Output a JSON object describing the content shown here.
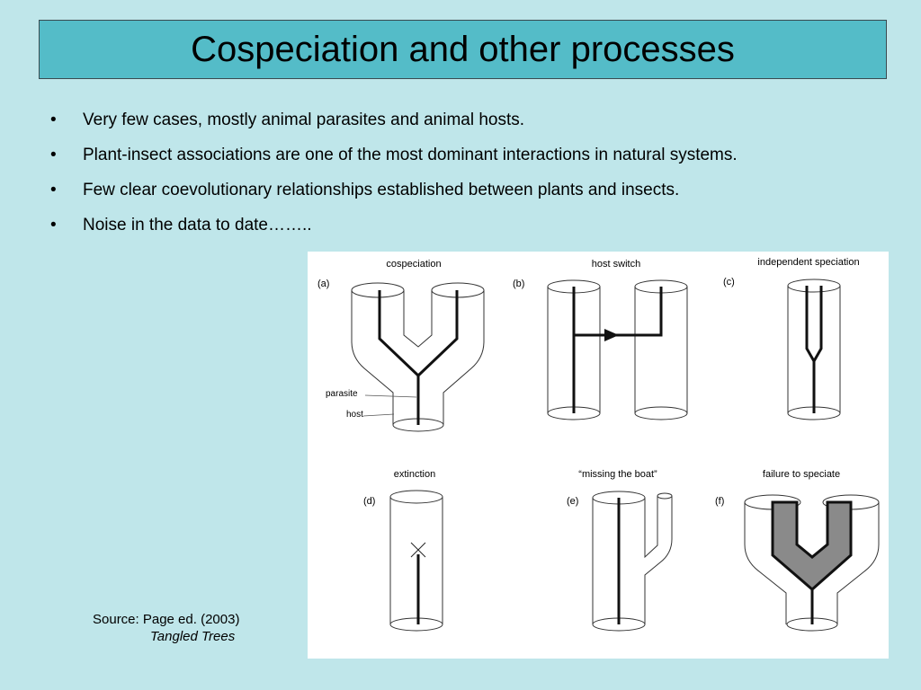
{
  "title": "Cospeciation and other processes",
  "bullets": [
    {
      "marker": "•",
      "text": "Very few cases, mostly animal parasites and animal hosts."
    },
    {
      "marker": "•",
      "text": "Plant-insect associations are one of the most dominant interactions in natural systems."
    },
    {
      "marker": "•",
      "text": "Few clear coevolutionary relationships established between plants and insects."
    },
    {
      "marker": "•",
      "text": "Noise in the data to date…….."
    }
  ],
  "figure": {
    "panels": [
      {
        "letter": "(a)",
        "caption": "cospeciation"
      },
      {
        "letter": "(b)",
        "caption": "host switch"
      },
      {
        "letter": "(c)",
        "caption": "independent speciation"
      },
      {
        "letter": "(d)",
        "caption": "extinction"
      },
      {
        "letter": "(e)",
        "caption": "“missing the boat”"
      },
      {
        "letter": "(f)",
        "caption": "failure to speciate"
      }
    ],
    "labels": {
      "parasite": "parasite",
      "host": "host"
    }
  },
  "source": {
    "line1": "Source: Page ed. (2003)",
    "line2": "Tangled Trees"
  }
}
